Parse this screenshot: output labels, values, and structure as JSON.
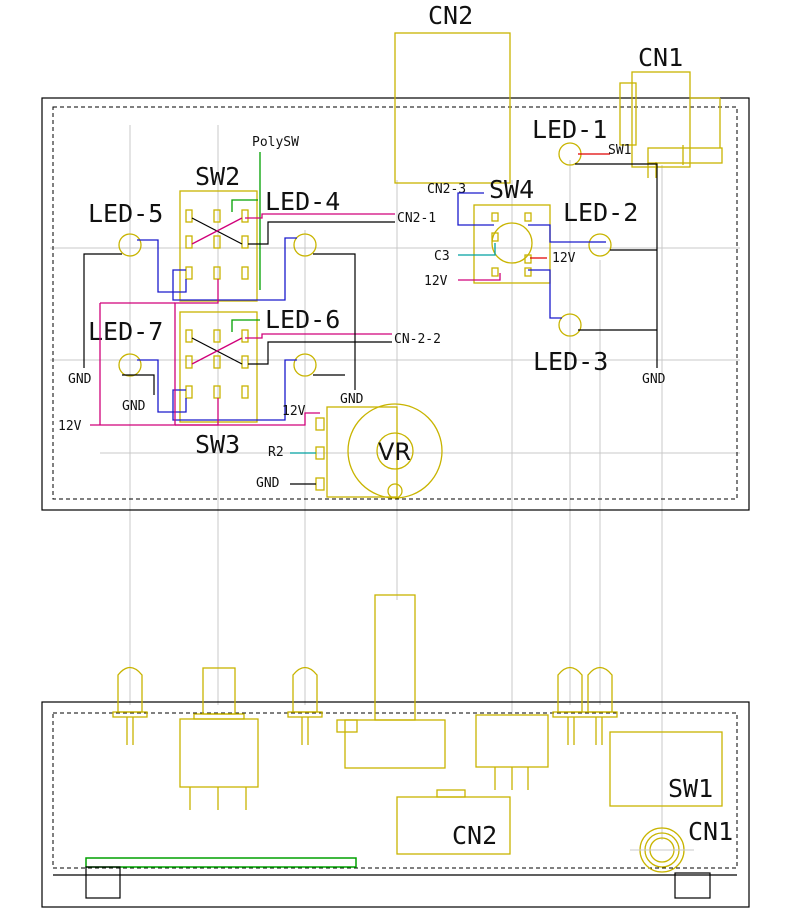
{
  "labels": {
    "cn2_top": "CN2",
    "cn1_top": "CN1",
    "led1": "LED-1",
    "led2": "LED-2",
    "led3": "LED-3",
    "led4": "LED-4",
    "led5": "LED-5",
    "led6": "LED-6",
    "led7": "LED-7",
    "sw1_top": "SW1",
    "sw2": "SW2",
    "sw3": "SW3",
    "sw4": "SW4",
    "polysw": "PolySW",
    "cn2_1": "CN2-1",
    "cn2_2": "CN-2-2",
    "cn2_3": "CN2-3",
    "c3": "C3",
    "v12_sw4_left": "12V",
    "v12_sw4_right": "12V",
    "v12_left": "12V",
    "v12_vr": "12V",
    "r2": "R2",
    "gnd_vr": "GND",
    "gnd_right": "GND",
    "gnd_left1": "GND",
    "gnd_left2": "GND",
    "gnd_mid": "GND",
    "vr": "VR",
    "sw1_bottom": "SW1",
    "cn2_bottom": "CN2",
    "cn1_bottom": "CN1"
  },
  "colors": {
    "outline": "#000000",
    "component": "#c8b400",
    "wire_green": "#00a000",
    "wire_blue": "#1a1acc",
    "wire_pink": "#d0007a",
    "wire_teal": "#00a0a0",
    "wire_red": "#e00000",
    "guide": "#c8c8c8"
  }
}
